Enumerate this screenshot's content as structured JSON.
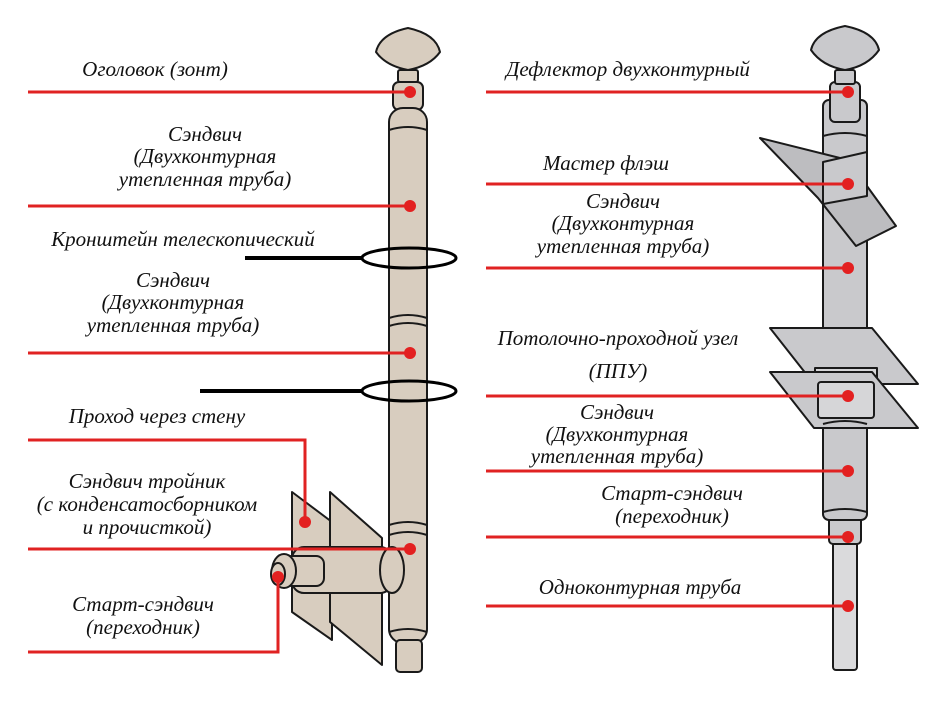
{
  "colors": {
    "left_pipe_fill": "#d8cdbf",
    "right_pipe_fill": "#c9c9cc",
    "right_lower_pipe_fill": "#dadadc",
    "outline": "#1a1a1a",
    "leader_line": "#e02222",
    "marker_dot": "#e32020",
    "bracket_line": "#000000"
  },
  "left_labels": {
    "cap": "Оголовок (зонт)",
    "sandwich1_l1": "Сэндвич",
    "sandwich1_l2": "(Двухконтурная",
    "sandwich1_l3": "утепленная труба)",
    "bracket": "Кронштейн телескопический",
    "sandwich2_l1": "Сэндвич",
    "sandwich2_l2": "(Двухконтурная",
    "sandwich2_l3": "утепленная труба)",
    "wall_pass": "Проход через стену",
    "tee_l1": "Сэндвич тройник",
    "tee_l2": "(с конденсатосборником",
    "tee_l3": "и прочисткой)",
    "start_l1": "Старт-сэндвич",
    "start_l2": "(переходник)"
  },
  "right_labels": {
    "deflector": "Дефлектор двухконтурный",
    "flash": "Мастер флэш",
    "sandwich1_l1": "Сэндвич",
    "sandwich1_l2": "(Двухконтурная",
    "sandwich1_l3": "утепленная труба)",
    "ceiling_l1": "Потолочно-проходной узел",
    "ceiling_l2": "(ППУ)",
    "sandwich2_l1": "Сэндвич",
    "sandwich2_l2": "(Двухконтурная",
    "sandwich2_l3": "утепленная труба)",
    "start_l1": "Старт-сэндвич",
    "start_l2": "(переходник)",
    "single_pipe": "Одноконтурная труба"
  }
}
